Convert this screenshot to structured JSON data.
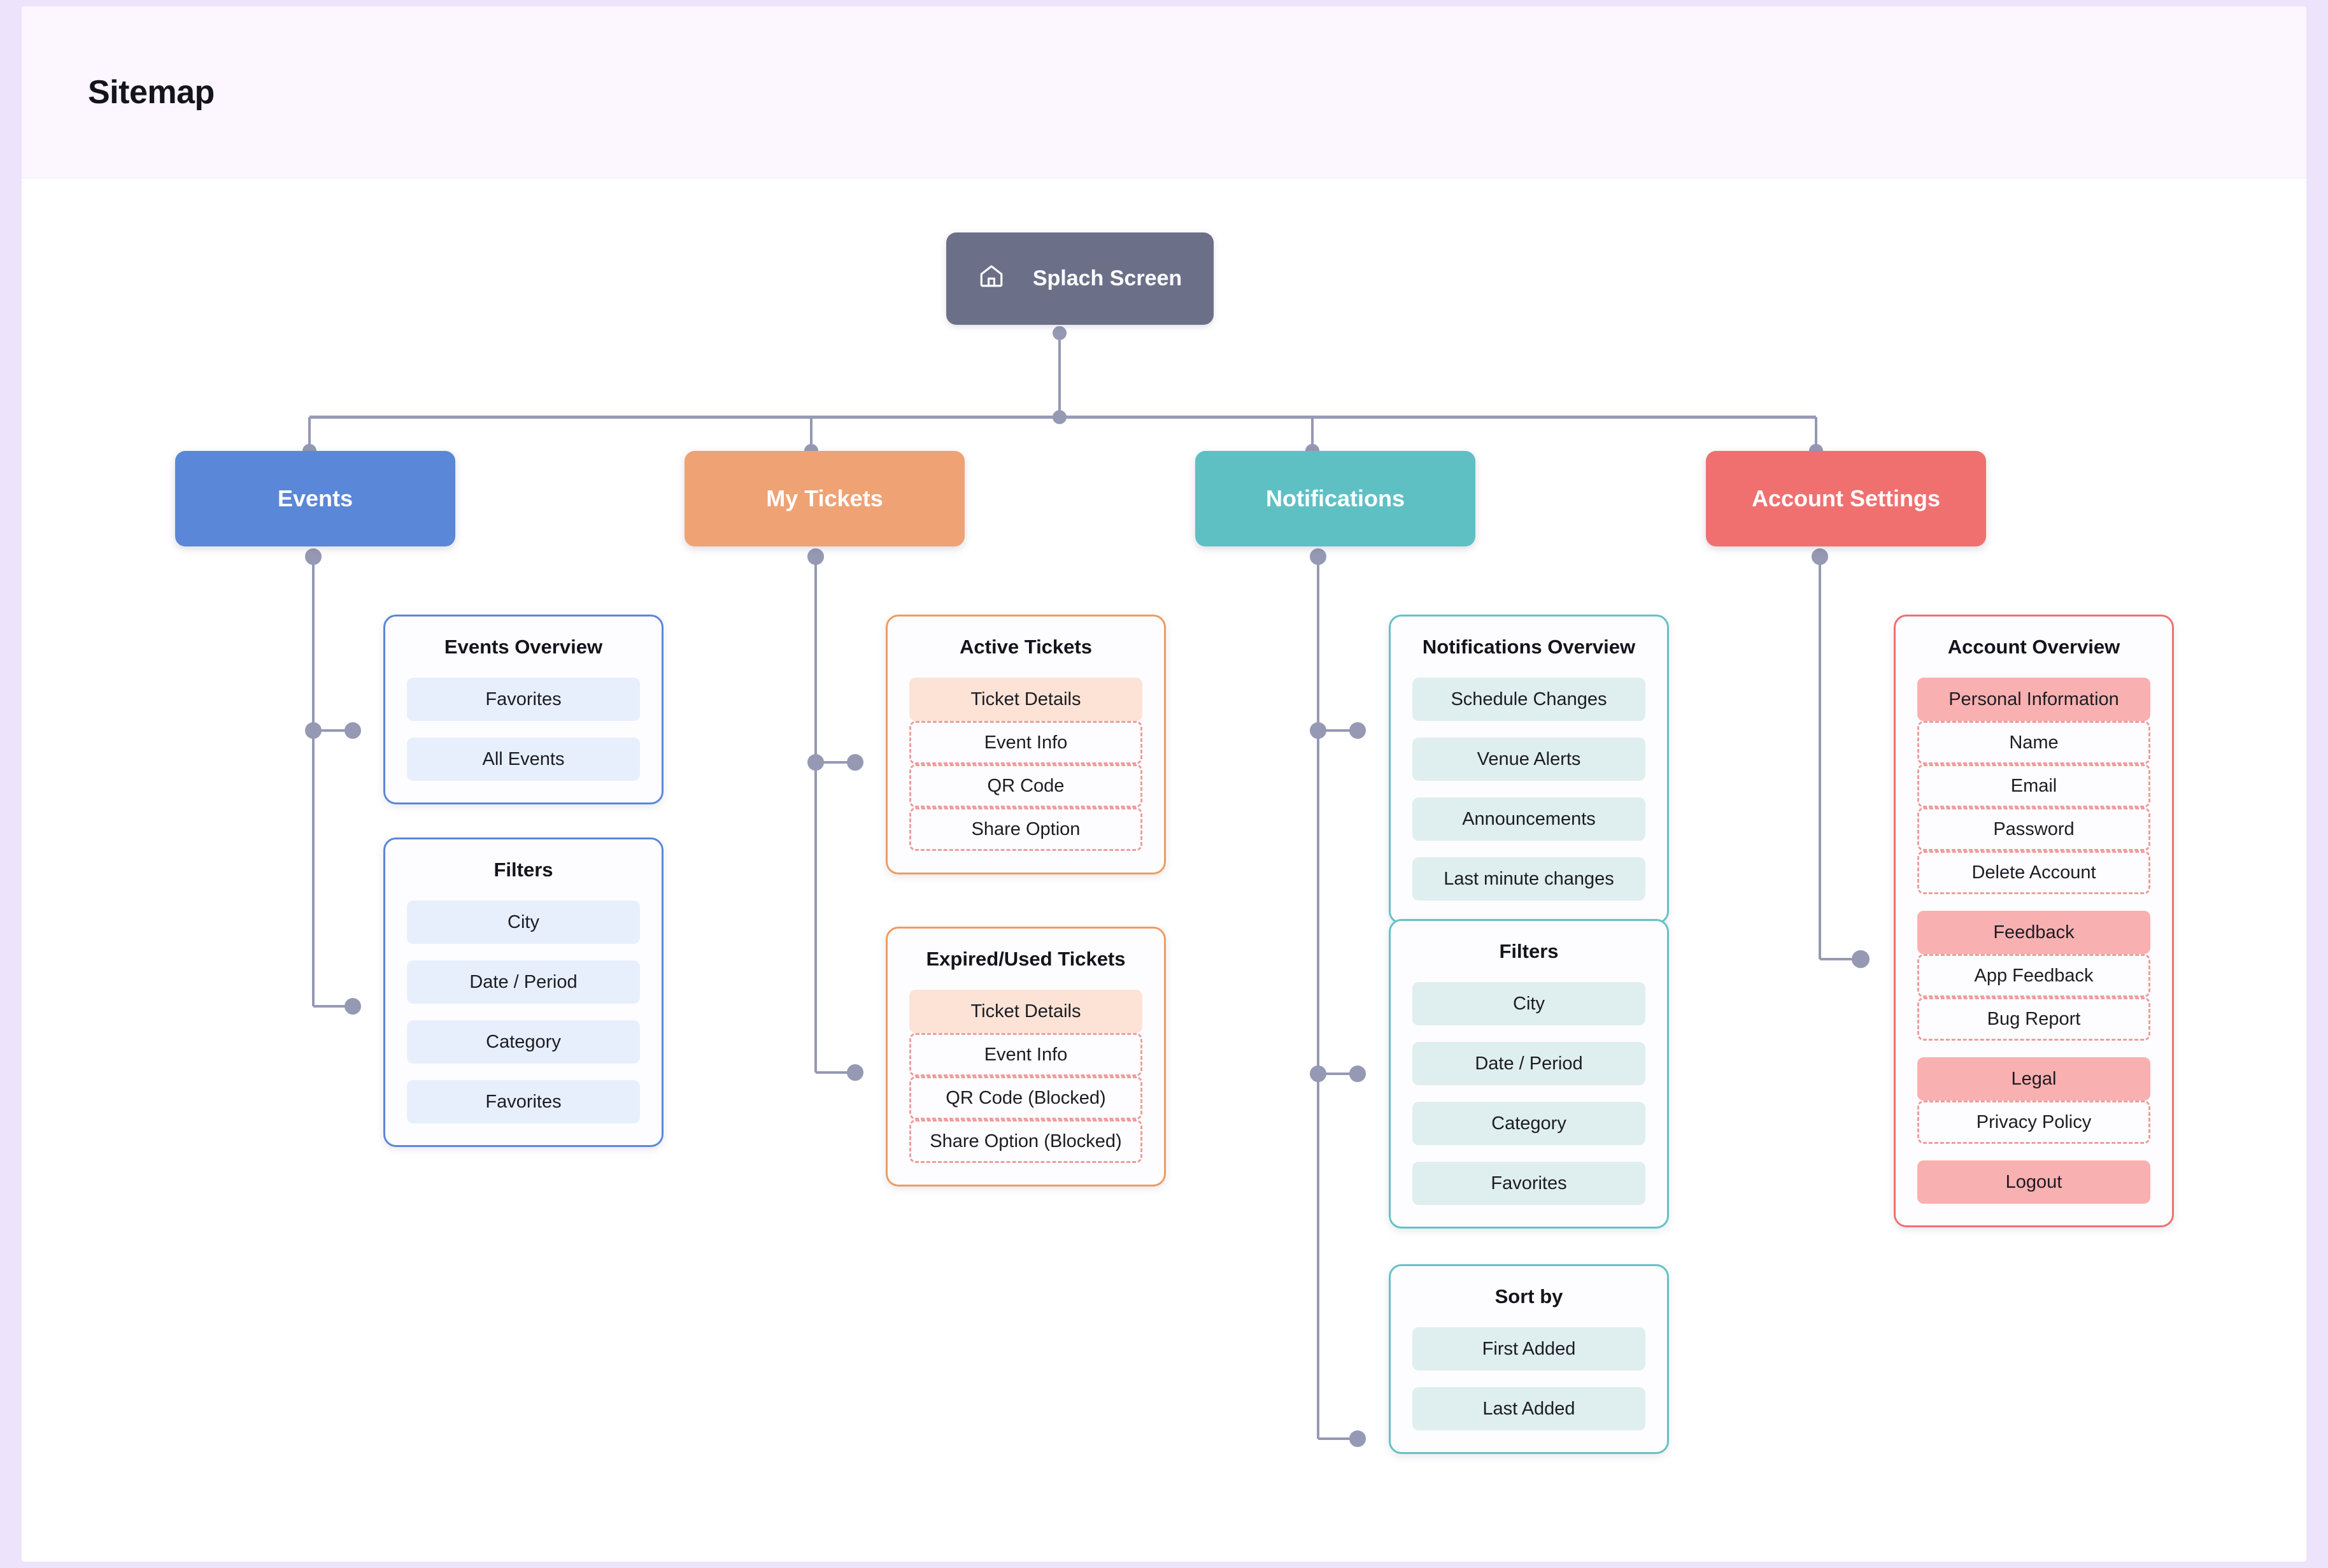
{
  "page": {
    "title": "Sitemap",
    "background": "#ede4fb",
    "canvas_background": "#ffffff",
    "header_background": "#fbf6ff"
  },
  "colors": {
    "root": "#6c6f88",
    "events": "#5b87d8",
    "my_tickets": "#efa274",
    "notifications": "#5fc0c4",
    "account_settings": "#f07070",
    "connector": "#9599b3"
  },
  "root_node": {
    "label": "Splach Screen",
    "icon": "home-icon"
  },
  "main_nodes": [
    {
      "label": "Events",
      "color": "#5b87d8"
    },
    {
      "label": "My Tickets",
      "color": "#efa274"
    },
    {
      "label": "Notifications",
      "color": "#5fc0c4"
    },
    {
      "label": "Account Settings",
      "color": "#f07070"
    }
  ],
  "cards": {
    "events_overview": {
      "title": "Events Overview",
      "items": [
        "Favorites",
        "All Events"
      ]
    },
    "events_filters": {
      "title": "Filters",
      "items": [
        "City",
        "Date / Period",
        "Category",
        "Favorites"
      ]
    },
    "active_tickets": {
      "title": "Active Tickets",
      "head": "Ticket Details",
      "subitems": [
        "Event Info",
        "QR Code",
        "Share Option"
      ]
    },
    "expired_tickets": {
      "title": "Expired/Used Tickets",
      "head": "Ticket Details",
      "subitems": [
        "Event Info",
        "QR Code (Blocked)",
        "Share Option (Blocked)"
      ]
    },
    "notifications_overview": {
      "title": "Notifications Overview",
      "items": [
        "Schedule Changes",
        "Venue Alerts",
        "Announcements",
        "Last minute changes"
      ]
    },
    "notifications_filters": {
      "title": "Filters",
      "items": [
        "City",
        "Date / Period",
        "Category",
        "Favorites"
      ]
    },
    "sort_by": {
      "title": "Sort by",
      "items": [
        "First Added",
        "Last Added"
      ]
    },
    "account_overview": {
      "title": "Account Overview",
      "groups": [
        {
          "head": "Personal Information",
          "subitems": [
            "Name",
            "Email",
            "Password",
            "Delete Account"
          ]
        },
        {
          "head": "Feedback",
          "subitems": [
            "App Feedback",
            "Bug Report"
          ]
        },
        {
          "head": "Legal",
          "subitems": [
            "Privacy Policy"
          ]
        },
        {
          "head": "Logout",
          "subitems": []
        }
      ]
    }
  }
}
